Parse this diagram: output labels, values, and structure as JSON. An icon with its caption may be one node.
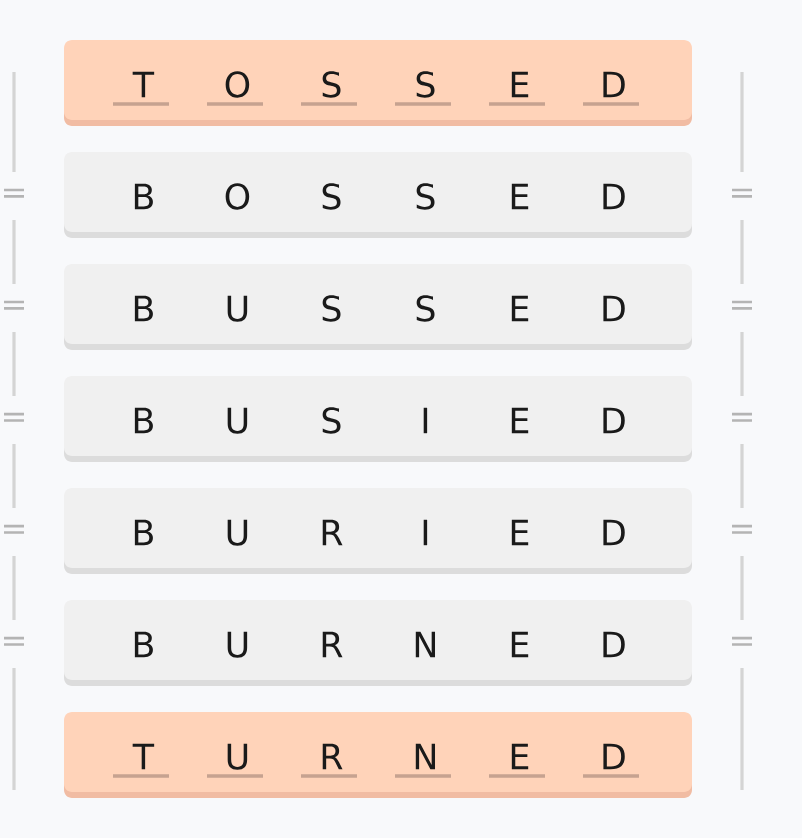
{
  "diagram": {
    "nodes": [
      {
        "text": [
          "T",
          "O",
          "S",
          "S",
          "E",
          "D"
        ]
      },
      {
        "text": [
          "B",
          "O",
          "S",
          "S",
          "E",
          "D"
        ]
      },
      {
        "text": [
          "B",
          "U",
          "S",
          "S",
          "E",
          "D"
        ]
      },
      {
        "text": [
          "B",
          "U",
          "S",
          "I",
          "E",
          "D"
        ]
      },
      {
        "text": [
          "B",
          "U",
          "R",
          "I",
          "E",
          "D"
        ]
      },
      {
        "text": [
          "B",
          "U",
          "R",
          "N",
          "E",
          "D"
        ]
      },
      {
        "text": [
          "T",
          "U",
          "R",
          "N",
          "E",
          "D"
        ]
      }
    ],
    "labels": [
      "=",
      "=",
      "=",
      "=",
      "=",
      "=",
      "=",
      "=",
      "=",
      "="
    ]
  }
}
